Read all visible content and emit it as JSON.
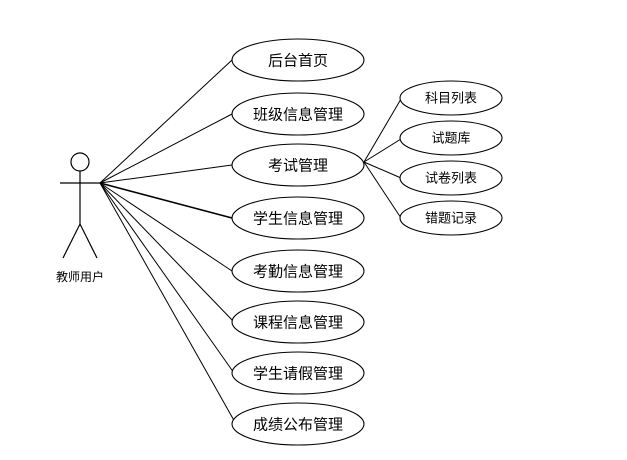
{
  "actor": {
    "label": "教师用户"
  },
  "use_cases": [
    {
      "id": "uc-backend-home",
      "label": "后台首页"
    },
    {
      "id": "uc-class-info",
      "label": "班级信息管理"
    },
    {
      "id": "uc-exam",
      "label": "考试管理"
    },
    {
      "id": "uc-student-info",
      "label": "学生信息管理"
    },
    {
      "id": "uc-attendance",
      "label": "考勤信息管理"
    },
    {
      "id": "uc-course-info",
      "label": "课程信息管理"
    },
    {
      "id": "uc-leave",
      "label": "学生请假管理"
    },
    {
      "id": "uc-grades",
      "label": "成绩公布管理"
    }
  ],
  "sub_cases": [
    {
      "id": "uc-subject-list",
      "label": "科目列表"
    },
    {
      "id": "uc-question-bank",
      "label": "试题库"
    },
    {
      "id": "uc-paper-list",
      "label": "试卷列表"
    },
    {
      "id": "uc-wrong-records",
      "label": "错题记录"
    }
  ]
}
